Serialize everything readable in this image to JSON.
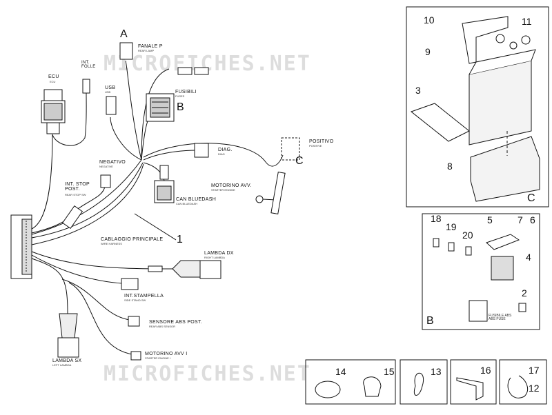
{
  "watermark": "MICROFICHES.NET",
  "callouts": {
    "A": "A",
    "B": "B",
    "C": "C",
    "one": "1",
    "boxC": "C",
    "boxB": "B"
  },
  "labels": {
    "fanale": "FANALE P",
    "fanale_sub": "REAR LAMP",
    "int_folle": "INT.\nFOLLE",
    "ecu": "ECU",
    "ecu_sub": "ECU",
    "usb": "USB",
    "usb_sub": "USB",
    "fusibili": "FUSIBILI",
    "fusibili_sub": "FUSES",
    "positivo": "POSITIVO",
    "positivo_sub": "POSITIVE",
    "negativo": "NEGATIVO",
    "negativo_sub": "NEGATIVE",
    "diag": "DIAG.",
    "diag_sub": "DIAG",
    "can": "CAN BLUEDASH",
    "can_sub": "CAN BLUEDASH",
    "int_stop": "INT. STOP\nPOST.",
    "int_stop_sub": "REAR STOP SW",
    "motorino": "MOTORINO AVV.",
    "motorino_sub": "STARTER ENGINE",
    "cablaggio": "CABLAGGIO PRINCIPALE",
    "cablaggio_sub": "WIRE HARNESS",
    "lambda_dx": "LAMBDA DX",
    "lambda_dx_sub": "RIGHT LAMBDA",
    "int_stampella": "INT.STAMPELLA",
    "int_stampella_sub": "SIDE STAND SW",
    "sensore": "SENSORE ABS POST.",
    "sensore_sub": "REAR ABS SENSOR",
    "motorino1": "MOTORINO AVV I",
    "motorino1_sub": "STARTER ENGINE I",
    "lambda_sx": "LAMBDA SX",
    "lambda_sx_sub": "LEFT LAMBDA",
    "fusibile_abs": "FUSIBILE ABS\nABS FUSE"
  },
  "part_numbers": {
    "n10": "10",
    "n11": "11",
    "n9": "9",
    "n3": "3",
    "n8": "8",
    "n18": "18",
    "n19": "19",
    "n20": "20",
    "n5": "5",
    "n7": "7",
    "n6": "6",
    "n4": "4",
    "n2": "2",
    "n14": "14",
    "n15": "15",
    "n13": "13",
    "n16": "16",
    "n17": "17",
    "n12": "12"
  }
}
